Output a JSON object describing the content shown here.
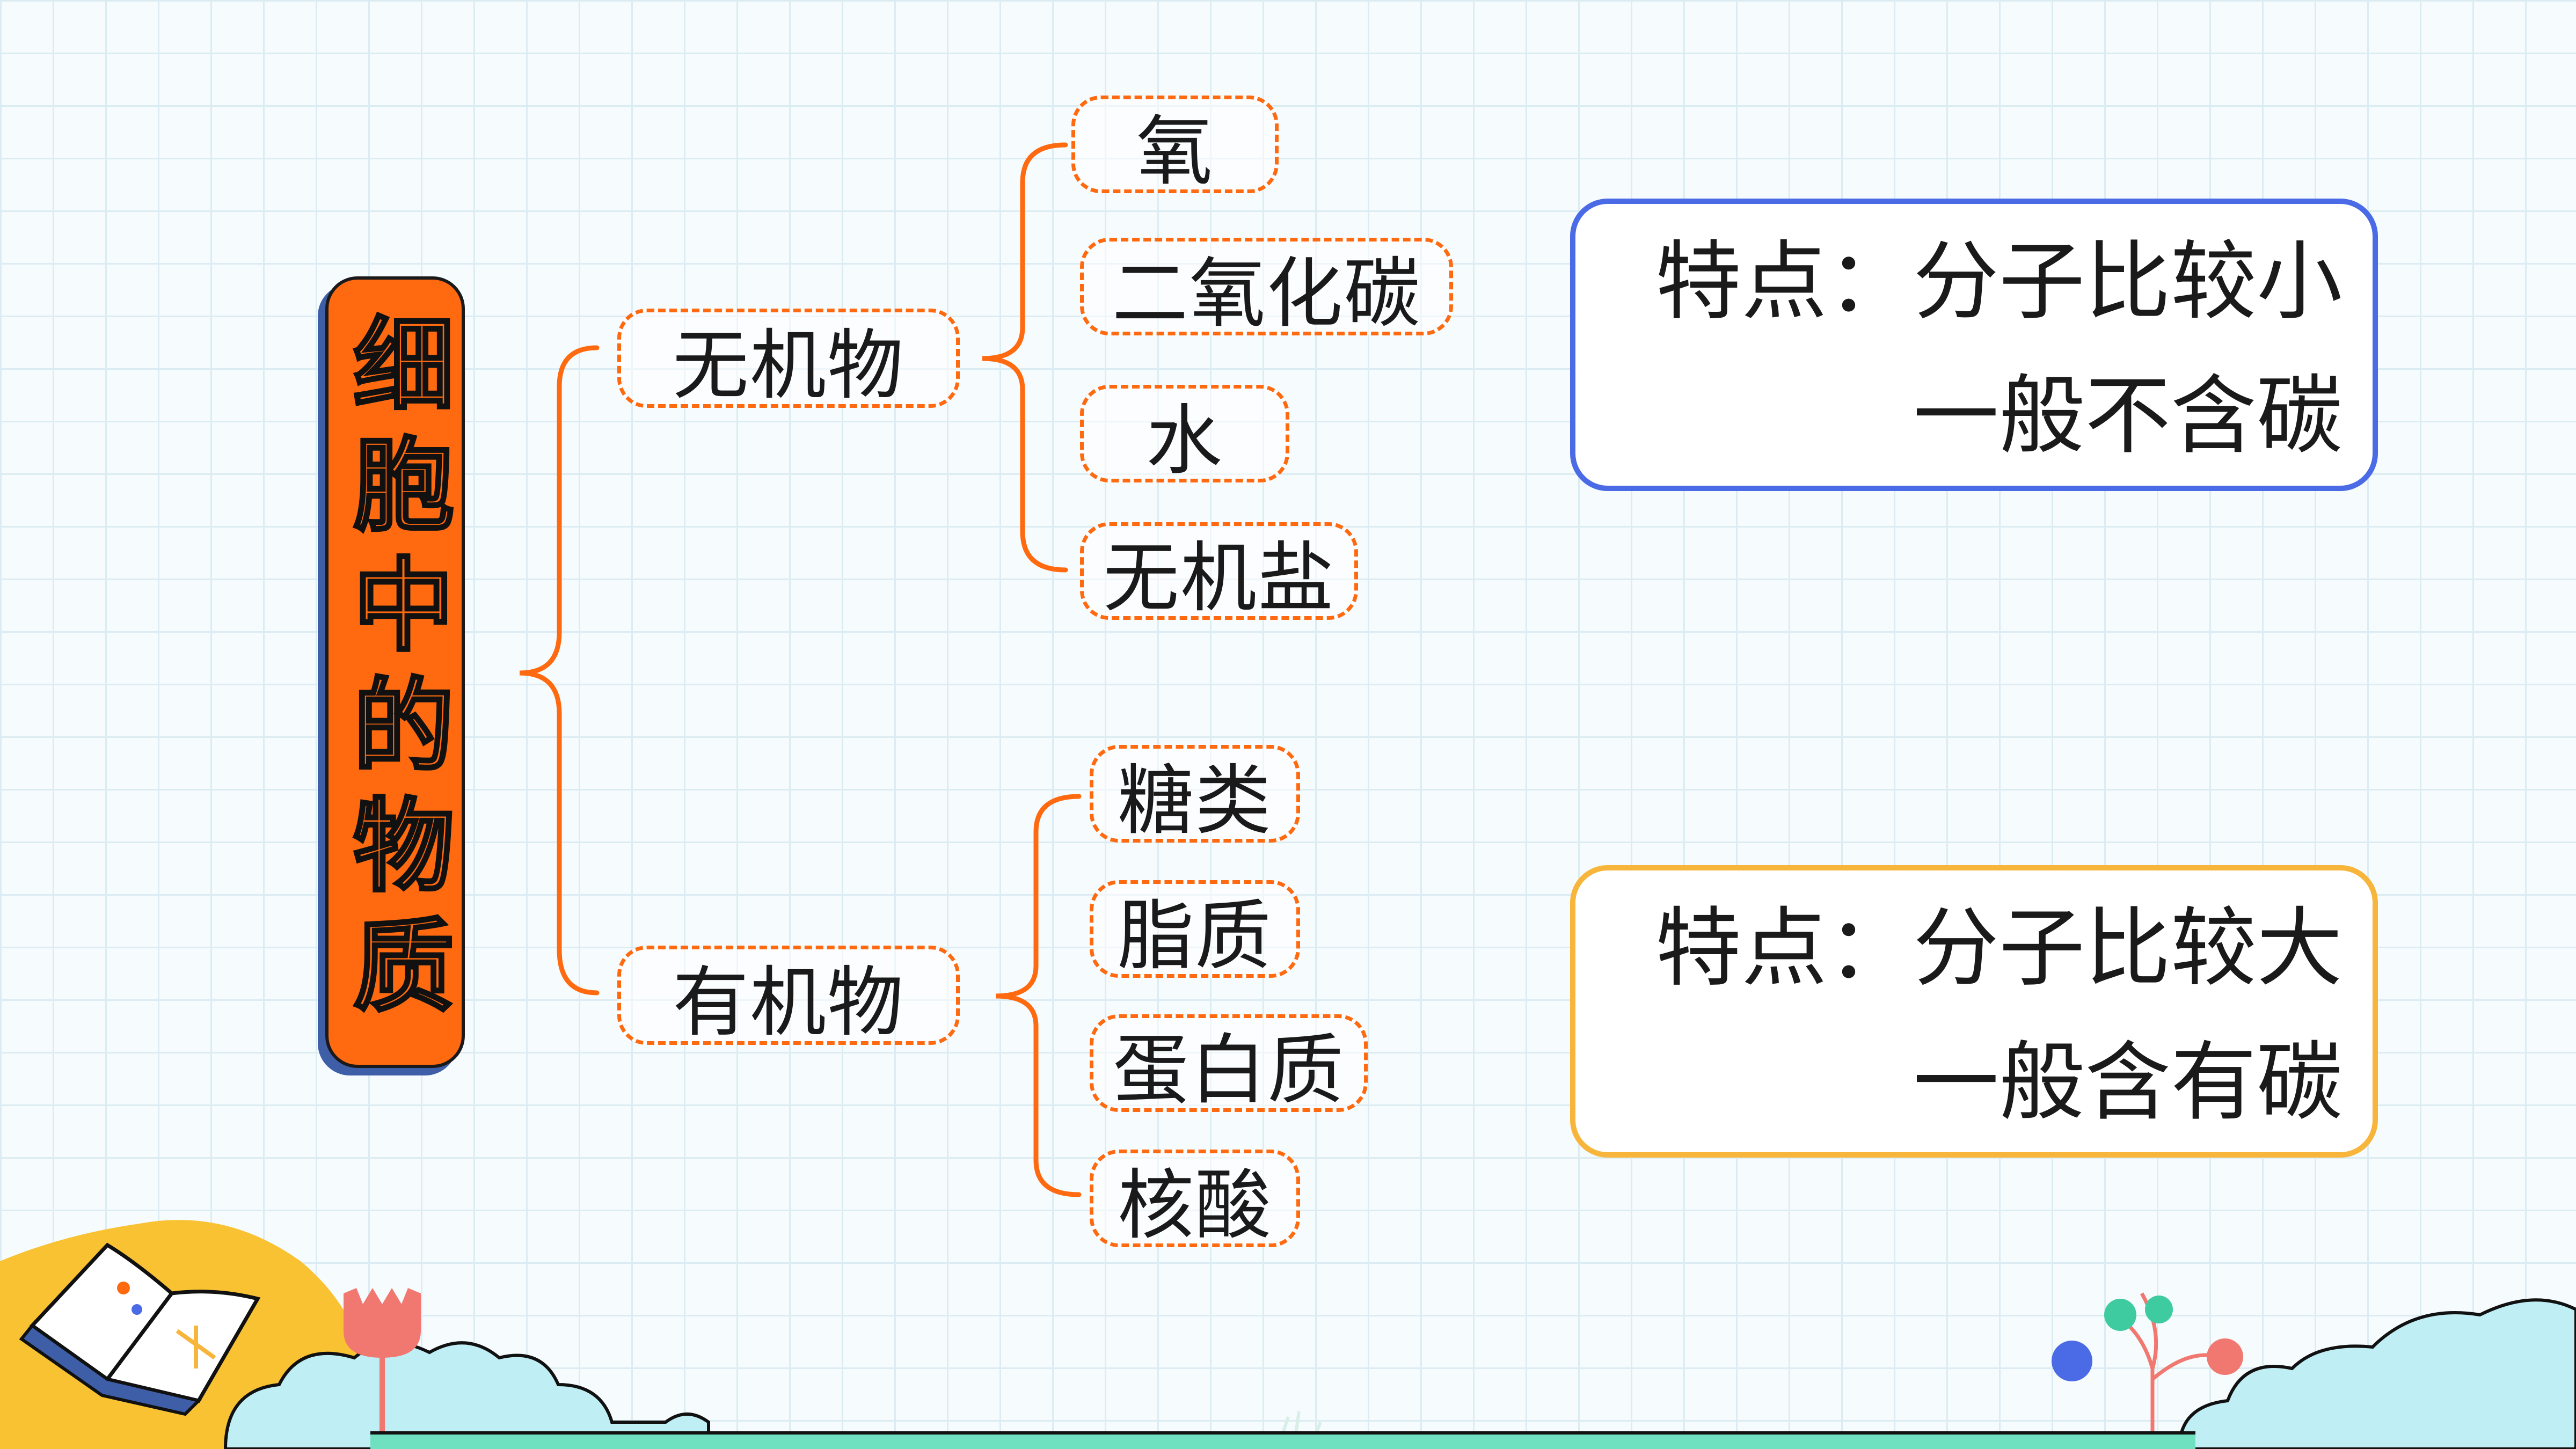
{
  "diagram": {
    "title": "细胞中的物质",
    "branches": [
      {
        "label": "无机物",
        "items": [
          "氧",
          "二氧化碳",
          "水",
          "无机盐"
        ]
      },
      {
        "label": "有机物",
        "items": [
          "糖类",
          "脂质",
          "蛋白质",
          "核酸"
        ]
      }
    ],
    "features": [
      {
        "line1": "特点：分子比较小",
        "line2": "一般不含碳"
      },
      {
        "line1": "特点：分子比较大",
        "line2": "一般含有碳"
      }
    ]
  },
  "colors": {
    "accent": "#ff6a10",
    "panel_inorganic_border": "#4a6ae6",
    "panel_organic_border": "#f7b53c",
    "title_shadow": "#3f5ea8"
  },
  "icons": [
    "open-book-icon",
    "flower-icon",
    "tree-icon",
    "cloud-icon"
  ]
}
